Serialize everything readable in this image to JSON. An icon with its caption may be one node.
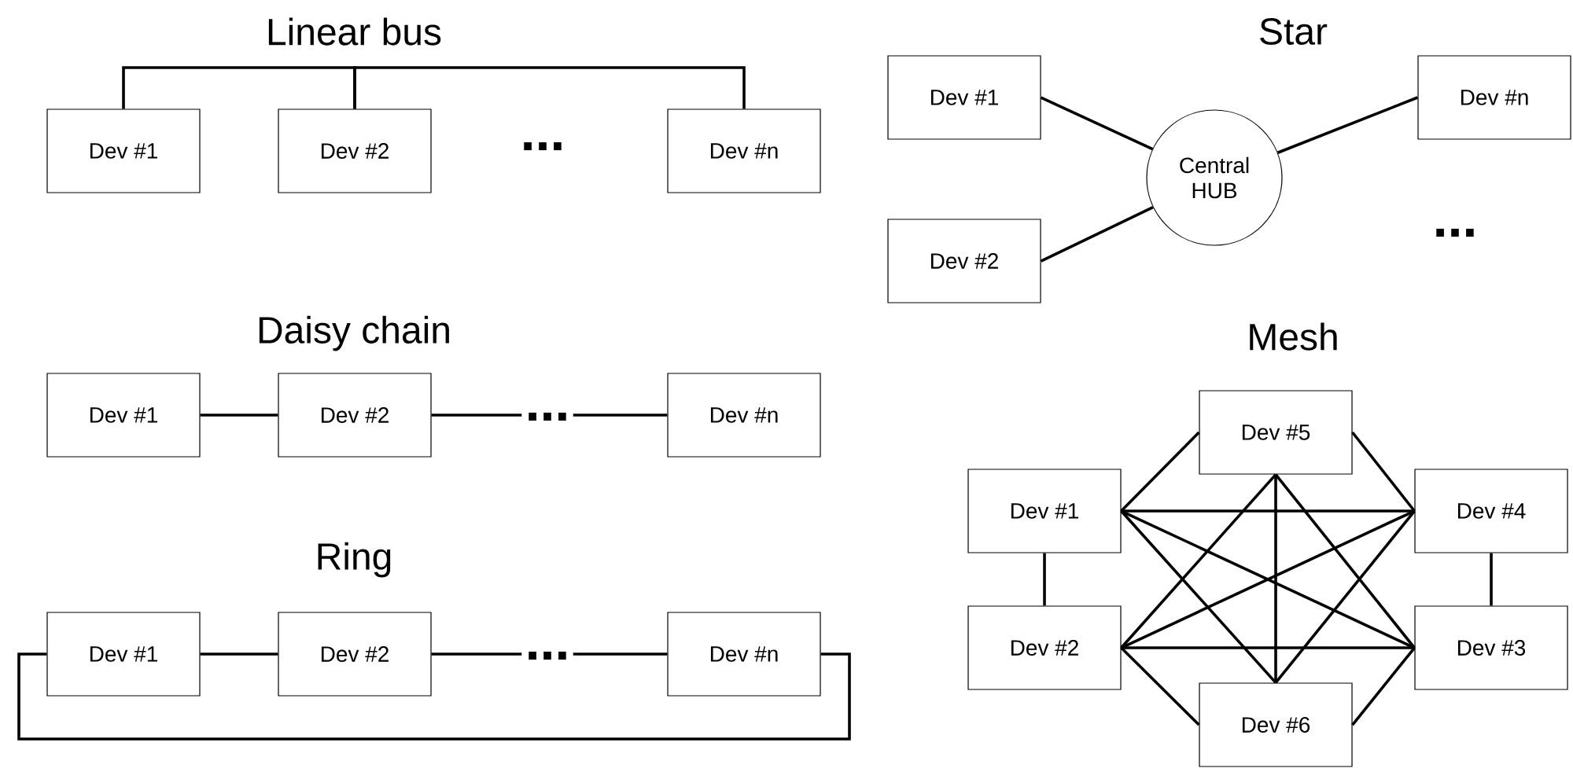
{
  "diagram": {
    "nodes": [
      {
        "text": [
          "Dev #1"
        ]
      },
      {
        "text": [
          "Dev #2"
        ]
      },
      {
        "text": [
          "Dev #n"
        ]
      },
      {
        "text": [
          "Dev #1"
        ]
      },
      {
        "text": [
          "Dev #2"
        ]
      },
      {
        "text": [
          "..."
        ]
      },
      {
        "text": [
          "Dev #n"
        ]
      },
      {
        "text": [
          "Dev #1"
        ]
      },
      {
        "text": [
          "Dev #2"
        ]
      },
      {
        "text": [
          "..."
        ]
      },
      {
        "text": [
          "Dev #n"
        ]
      },
      {
        "text": [
          "Dev #1"
        ]
      },
      {
        "text": [
          "Central HUB"
        ]
      },
      {
        "text": [
          "Dev #n"
        ]
      },
      {
        "text": [
          "Dev #2"
        ]
      },
      {
        "text": [
          "Dev #5"
        ]
      },
      {
        "text": [
          "Dev #1"
        ]
      },
      {
        "text": [
          "Dev #4"
        ]
      },
      {
        "text": [
          "Dev #2"
        ]
      },
      {
        "text": [
          "Dev #3"
        ]
      },
      {
        "text": [
          "Dev #6"
        ]
      }
    ],
    "edges": [
      {
        "from": 0,
        "to": 1,
        "arrow": "none"
      },
      {
        "from": 1,
        "to": 2,
        "arrow": "none"
      },
      {
        "from": 3,
        "to": 4,
        "arrow": "none"
      },
      {
        "from": 4,
        "to": 5,
        "arrow": "none"
      },
      {
        "from": 5,
        "to": 6,
        "arrow": "none"
      },
      {
        "from": 7,
        "to": 8,
        "arrow": "none"
      },
      {
        "from": 8,
        "to": 9,
        "arrow": "none"
      },
      {
        "from": 9,
        "to": 10,
        "arrow": "none"
      },
      {
        "from": 10,
        "to": 7,
        "arrow": "none"
      },
      {
        "from": 11,
        "to": 12,
        "arrow": "none"
      },
      {
        "from": 14,
        "to": 12,
        "arrow": "none"
      },
      {
        "from": 12,
        "to": 13,
        "arrow": "none"
      },
      {
        "from": 16,
        "to": 18,
        "arrow": "none"
      },
      {
        "from": 17,
        "to": 19,
        "arrow": "none"
      },
      {
        "from": 16,
        "to": 15,
        "arrow": "none"
      },
      {
        "from": 16,
        "to": 17,
        "arrow": "none"
      },
      {
        "from": 16,
        "to": 19,
        "arrow": "none"
      },
      {
        "from": 16,
        "to": 20,
        "arrow": "none"
      },
      {
        "from": 18,
        "to": 15,
        "arrow": "none"
      },
      {
        "from": 18,
        "to": 17,
        "arrow": "none"
      },
      {
        "from": 18,
        "to": 19,
        "arrow": "none"
      },
      {
        "from": 18,
        "to": 20,
        "arrow": "none"
      },
      {
        "from": 15,
        "to": 17,
        "arrow": "none"
      },
      {
        "from": 15,
        "to": 19,
        "arrow": "none"
      },
      {
        "from": 15,
        "to": 20,
        "arrow": "none"
      },
      {
        "from": 20,
        "to": 17,
        "arrow": "none"
      },
      {
        "from": 20,
        "to": 19,
        "arrow": "none"
      }
    ],
    "labels": [
      "Linear bus",
      "...",
      "Daisy chain",
      "Ring",
      "Star",
      "...",
      "Mesh"
    ]
  }
}
